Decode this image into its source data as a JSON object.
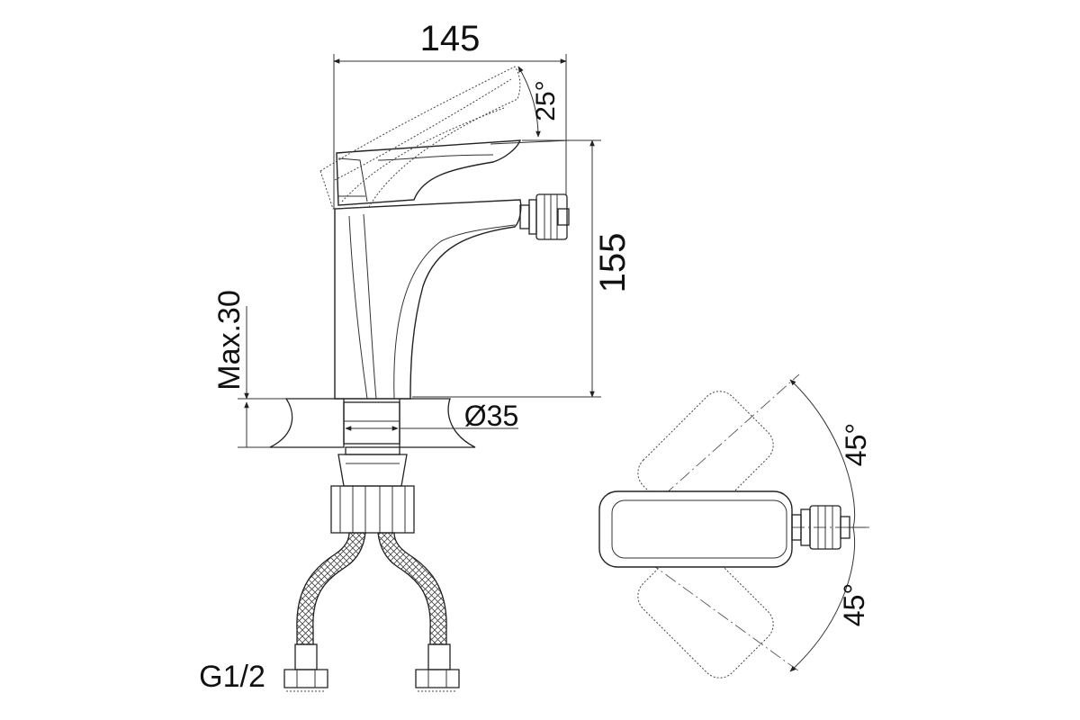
{
  "dimensions": {
    "width_label": "145",
    "height_label": "155",
    "lever_angle_label": "25°",
    "max_thickness_label": "Max.30",
    "hole_diameter_label": "Ø35",
    "thread_label": "G1/2",
    "rotation_upper_label": "45°",
    "rotation_lower_label": "45°"
  }
}
